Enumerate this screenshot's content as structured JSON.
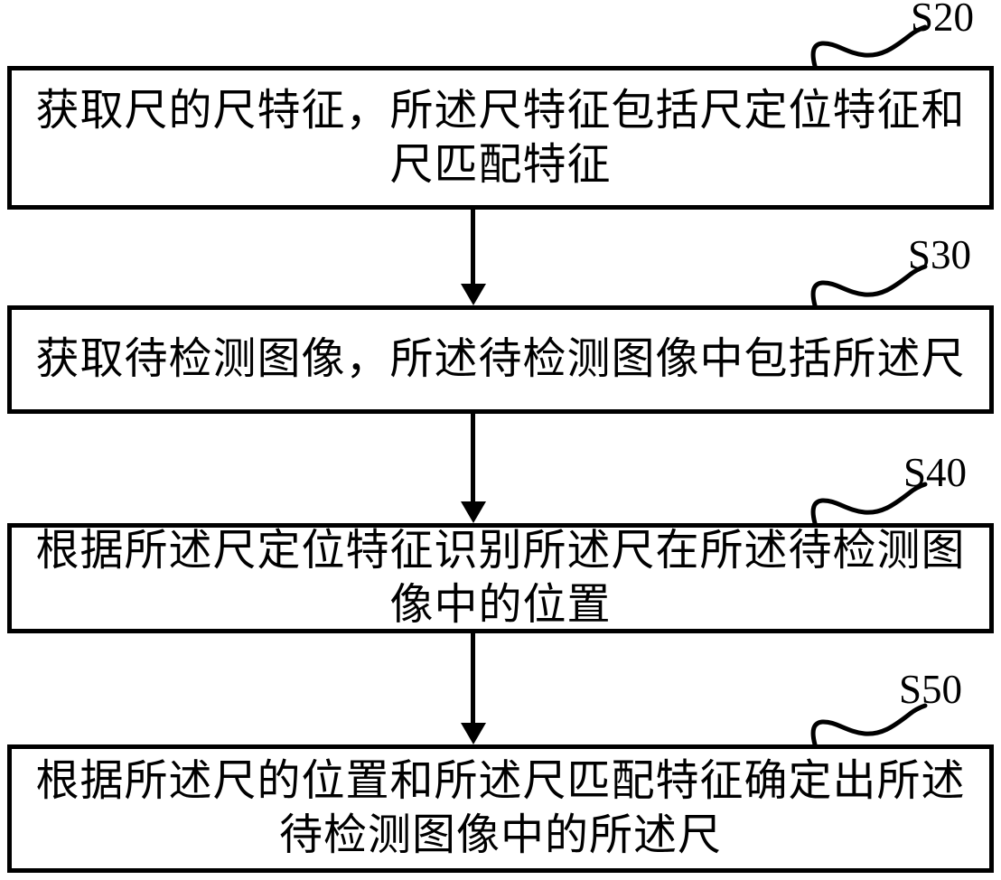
{
  "figure": {
    "type": "flowchart",
    "background_color": "#ffffff",
    "line_color": "#000000",
    "steps": [
      {
        "label": "S20",
        "text": "获取尺的尺特征，所述尺特征包括尺定位特征和尺匹配特征",
        "lines": [
          "获取尺的尺特征，所述尺特征包括尺定位特征和",
          "尺匹配特征"
        ]
      },
      {
        "label": "S30",
        "text": "获取待检测图像，所述待检测图像中包括所述尺",
        "lines": [
          "获取待检测图像，所述待检测图像中包括所述尺"
        ]
      },
      {
        "label": "S40",
        "text": "根据所述尺定位特征识别所述尺在所述待检测图像中的位置",
        "lines": [
          "根据所述尺定位特征识别所述尺在所述待检测图",
          "像中的位置"
        ]
      },
      {
        "label": "S50",
        "text": "根据所述尺的位置和所述尺匹配特征确定出所述待检测图像中的所述尺",
        "lines": [
          "根据所述尺的位置和所述尺匹配特征确定出所述",
          "待检测图像中的所述尺"
        ]
      }
    ]
  }
}
